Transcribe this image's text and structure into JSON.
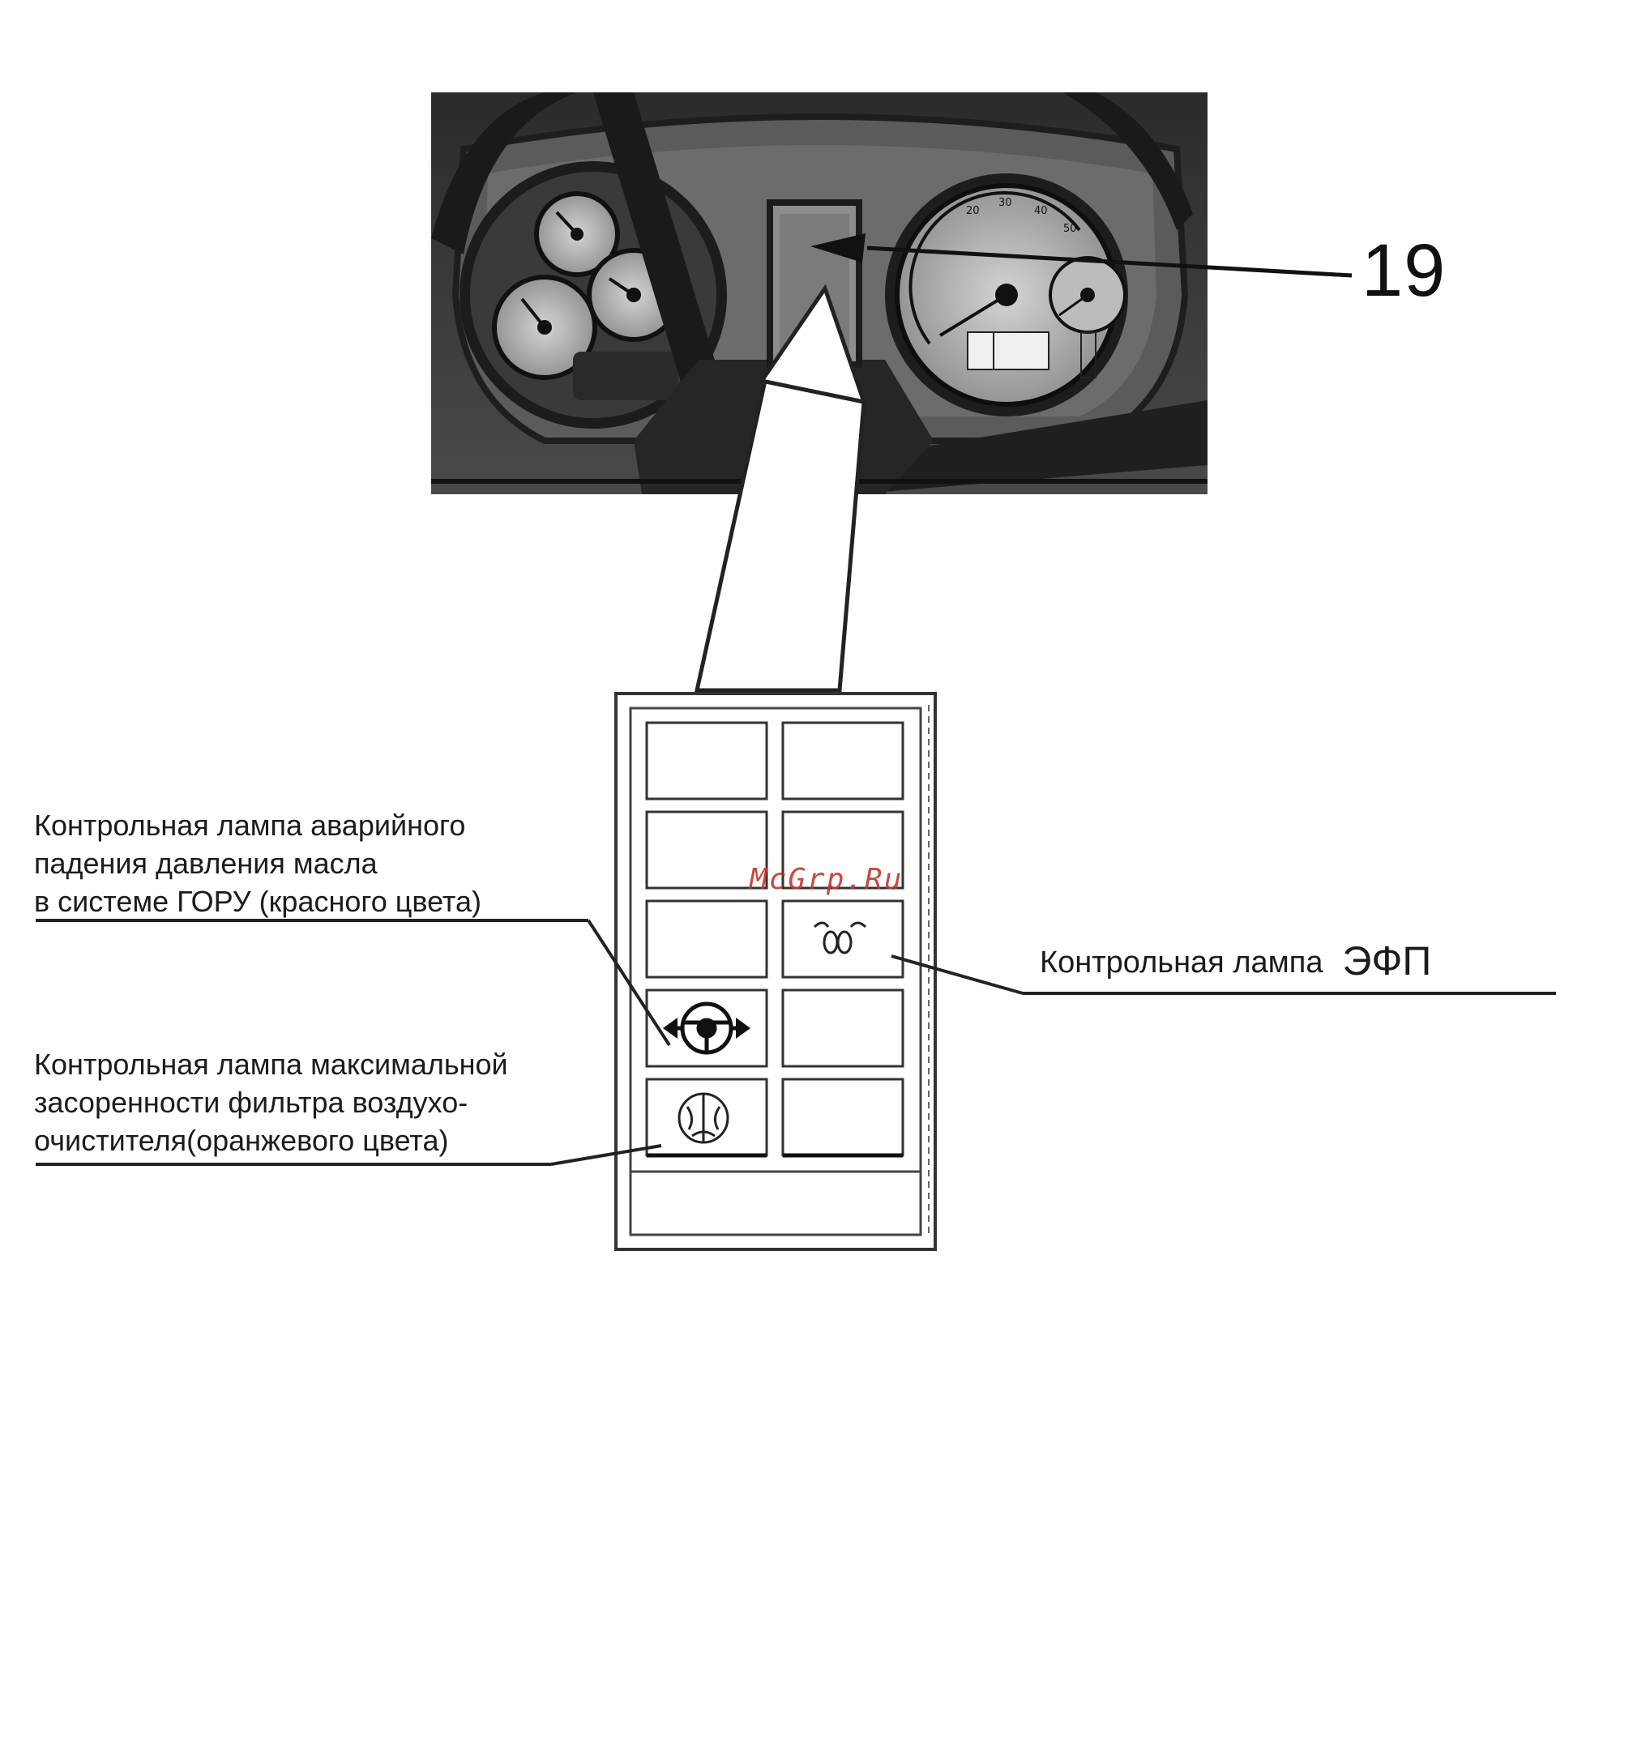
{
  "callout": {
    "number": "19"
  },
  "labels": {
    "goru_lamp": [
      "Контрольная лампа аварийного",
      "падения давления масла",
      "в системе ГОРУ (красного цвета)"
    ],
    "filter_lamp": [
      "Контрольная лампа максимальной",
      "засоренности  фильтра воздухо-",
      "очистителя(оранжевого цвета)"
    ],
    "efp_lamp": {
      "text": "Контрольная лампа",
      "abbr": "ЭФП"
    }
  },
  "watermark": "McGrp.Ru",
  "speedometer_ticks": [
    "20",
    "30",
    "40",
    "50"
  ],
  "icons": {
    "goru": "steering-wheel-hydraulic-icon",
    "filter": "air-filter-icon",
    "efp": "heater-coil-icon"
  }
}
